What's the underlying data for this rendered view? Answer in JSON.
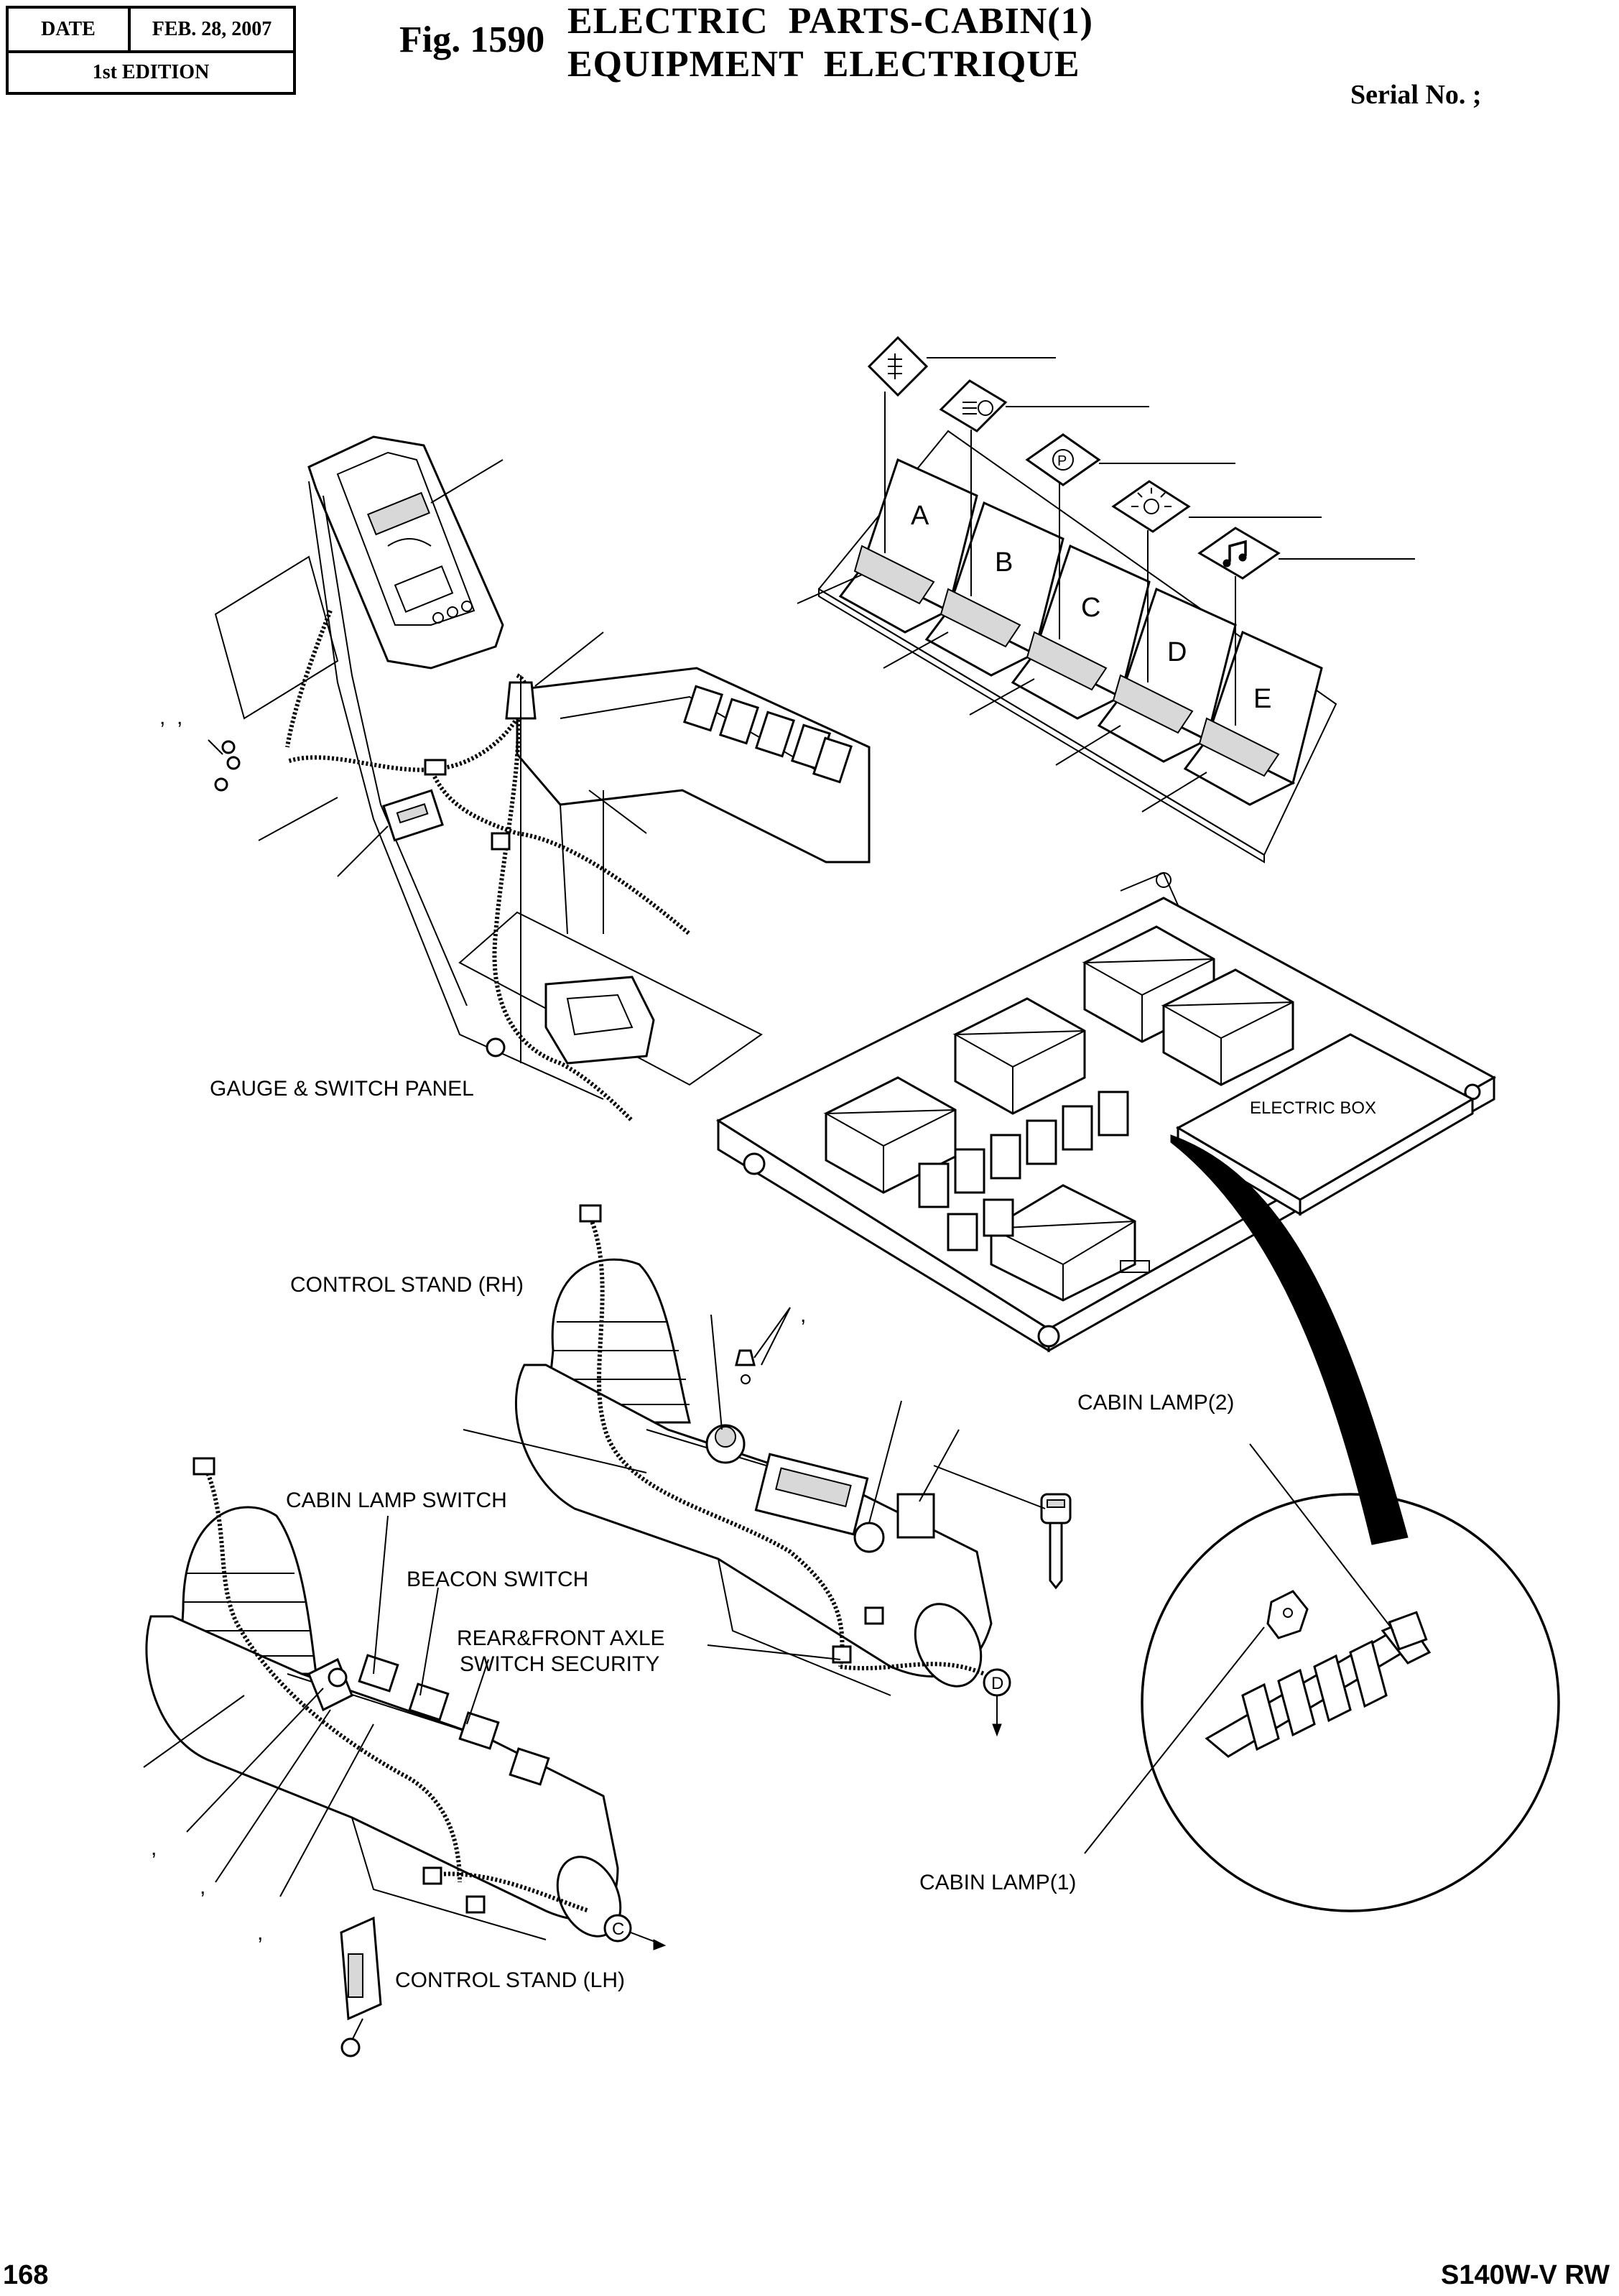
{
  "header": {
    "date_label": "DATE",
    "date_value": "FEB. 28, 2007",
    "edition": "1st EDITION",
    "figure": "Fig. 1590",
    "title_line1": "ELECTRIC  PARTS-CABIN(1)",
    "title_line2": "EQUIPMENT  ELECTRIQUE",
    "serial": "Serial No. ;"
  },
  "callouts": {
    "gauge_switch_panel": "GAUGE & SWITCH PANEL",
    "electric_box": "ELECTRIC BOX",
    "control_stand_rh": "CONTROL STAND (RH)",
    "cabin_lamp_2": "CABIN LAMP(2)",
    "cabin_lamp_switch": "CABIN LAMP SWITCH",
    "beacon_switch": "BEACON SWITCH",
    "axle_switch_line1": "REAR&FRONT AXLE",
    "axle_switch_line2": "SWITCH SECURITY",
    "cabin_lamp_1": "CABIN LAMP(1)",
    "control_stand_lh": "CONTROL STAND (LH)"
  },
  "switch_letters": [
    "A",
    "B",
    "C",
    "D",
    "E"
  ],
  "connector_letters": {
    "c": "C",
    "d": "D"
  },
  "stray_commas": [
    ",",
    ",",
    ",",
    ",",
    ",",
    ","
  ],
  "symbols": [
    "rear-defroster-icon",
    "headlight-icon",
    "parking-brake-icon",
    "work-light-icon",
    "horn-icon"
  ],
  "footer": {
    "page": "168",
    "model": "S140W-V RW"
  }
}
